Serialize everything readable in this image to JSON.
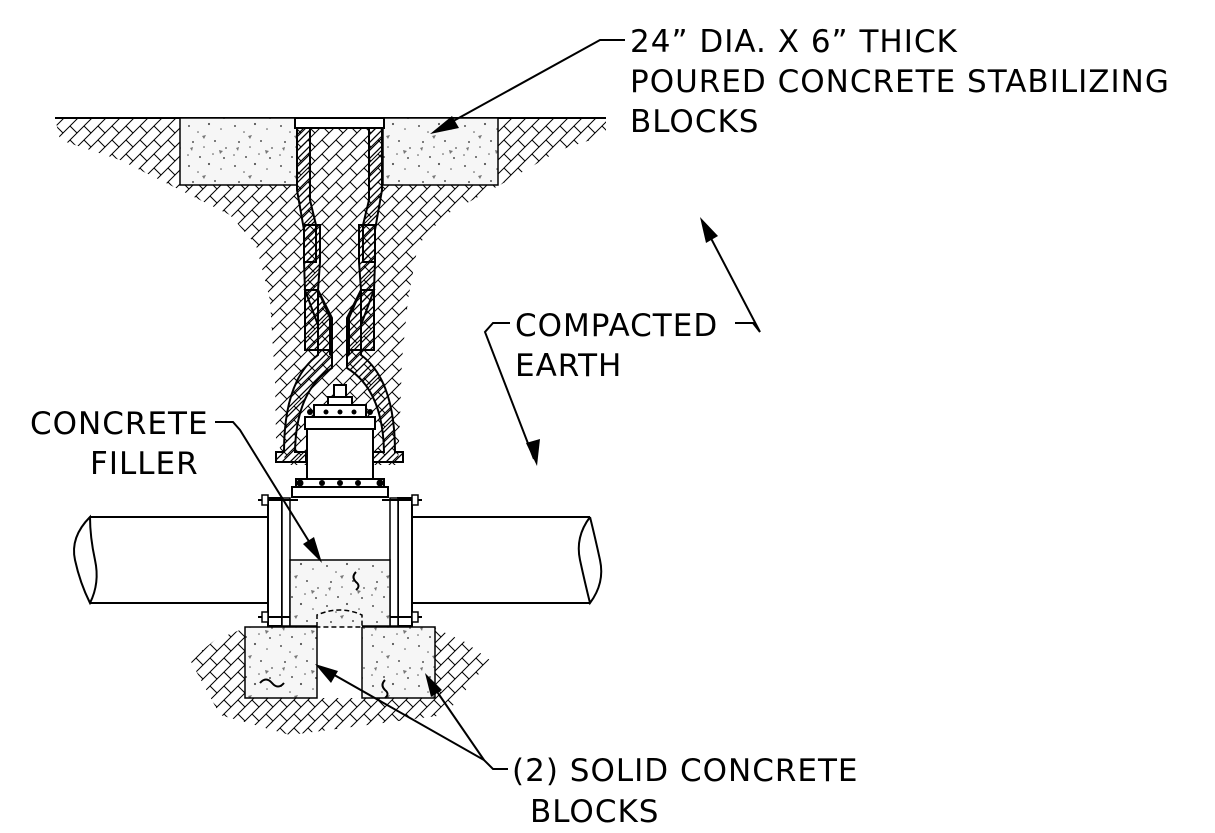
{
  "labels": {
    "stabilizing_blocks": {
      "line1": "24” DIA. X 6” THICK",
      "line2": "POURED CONCRETE STABILIZING",
      "line3": "BLOCKS"
    },
    "compacted_earth": {
      "line1": "COMPACTED",
      "line2": "EARTH"
    },
    "concrete_filler": {
      "line1": "CONCRETE",
      "line2": "FILLER"
    },
    "solid_blocks": {
      "line1": "(2) SOLID CONCRETE",
      "line2": "BLOCKS"
    }
  },
  "colors": {
    "line": "#000000",
    "concrete_fill": "#f6f6f6",
    "speckle": "#555555",
    "background": "#ffffff"
  }
}
